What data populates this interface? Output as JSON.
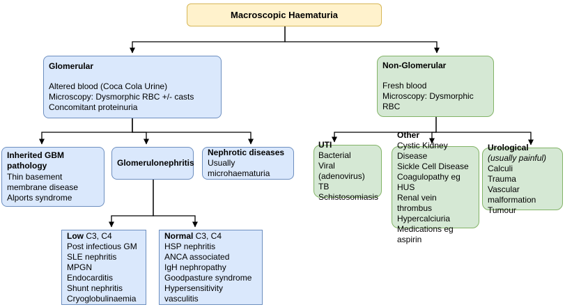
{
  "diagram": {
    "colors": {
      "yellow_fill": "#FFF2CC",
      "yellow_border": "#D6B656",
      "blue_fill": "#DAE8FC",
      "blue_border": "#6C8EBF",
      "green_fill": "#D5E8D4",
      "green_border": "#82B366",
      "connector": "#000000"
    },
    "nodes": {
      "root": {
        "title": "Macroscopic Haematuria"
      },
      "glomerular": {
        "title": "Glomerular",
        "lines": [
          "Altered blood (Coca Cola Urine)",
          "Microscopy: Dysmorphic RBC +/- casts",
          "Concomitant proteinuria"
        ]
      },
      "non_glomerular": {
        "title": "Non-Glomerular",
        "lines": [
          "Fresh blood",
          "Microscopy: Dysmorphic RBC"
        ]
      },
      "inherited_gbm": {
        "title": "Inherited GBM pathology",
        "lines": [
          "Thin basement membrane disease",
          "Alports syndrome"
        ]
      },
      "glomerulonephritis": {
        "title": "Glomerulonephritis"
      },
      "nephrotic": {
        "title": "Nephrotic diseases",
        "lines": [
          "Usually microhaematuria"
        ]
      },
      "uti": {
        "title": "UTI",
        "lines": [
          "Bacterial",
          "Viral (adenovirus)",
          "TB",
          "Schistosomiasis"
        ]
      },
      "other": {
        "title": "Other",
        "lines": [
          "Cystic Kidney Disease",
          "Sickle Cell Disease",
          "Coagulopathy eg HUS",
          "Renal vein thrombus",
          "Hypercalciuria",
          "Medications eg aspirin"
        ]
      },
      "urological": {
        "title": "Urological",
        "subtitle": "(usually painful)",
        "lines": [
          "Calculi",
          "Trauma",
          "Vascular malformation",
          "Tumour"
        ]
      },
      "low_c3c4": {
        "title_bold": "Low",
        "title_rest": " C3, C4",
        "lines": [
          "Post infectious GM",
          "SLE nephritis",
          "MPGN",
          "Endocarditis",
          "Shunt nephritis",
          "Cryoglobulinaemia"
        ]
      },
      "normal_c3c4": {
        "title_bold": "Normal",
        "title_rest": " C3, C4",
        "lines": [
          "HSP nephritis",
          "ANCA associated",
          "IgH nephropathy",
          "Goodpasture syndrome",
          "Hypersensitivity vasculitis"
        ]
      }
    },
    "edges": [
      {
        "from": "root",
        "to": "glomerular"
      },
      {
        "from": "root",
        "to": "non_glomerular"
      },
      {
        "from": "glomerular",
        "to": "inherited_gbm"
      },
      {
        "from": "glomerular",
        "to": "glomerulonephritis"
      },
      {
        "from": "glomerular",
        "to": "nephrotic"
      },
      {
        "from": "non_glomerular",
        "to": "uti"
      },
      {
        "from": "non_glomerular",
        "to": "other"
      },
      {
        "from": "non_glomerular",
        "to": "urological"
      },
      {
        "from": "glomerulonephritis",
        "to": "low_c3c4"
      },
      {
        "from": "glomerulonephritis",
        "to": "normal_c3c4"
      }
    ]
  }
}
